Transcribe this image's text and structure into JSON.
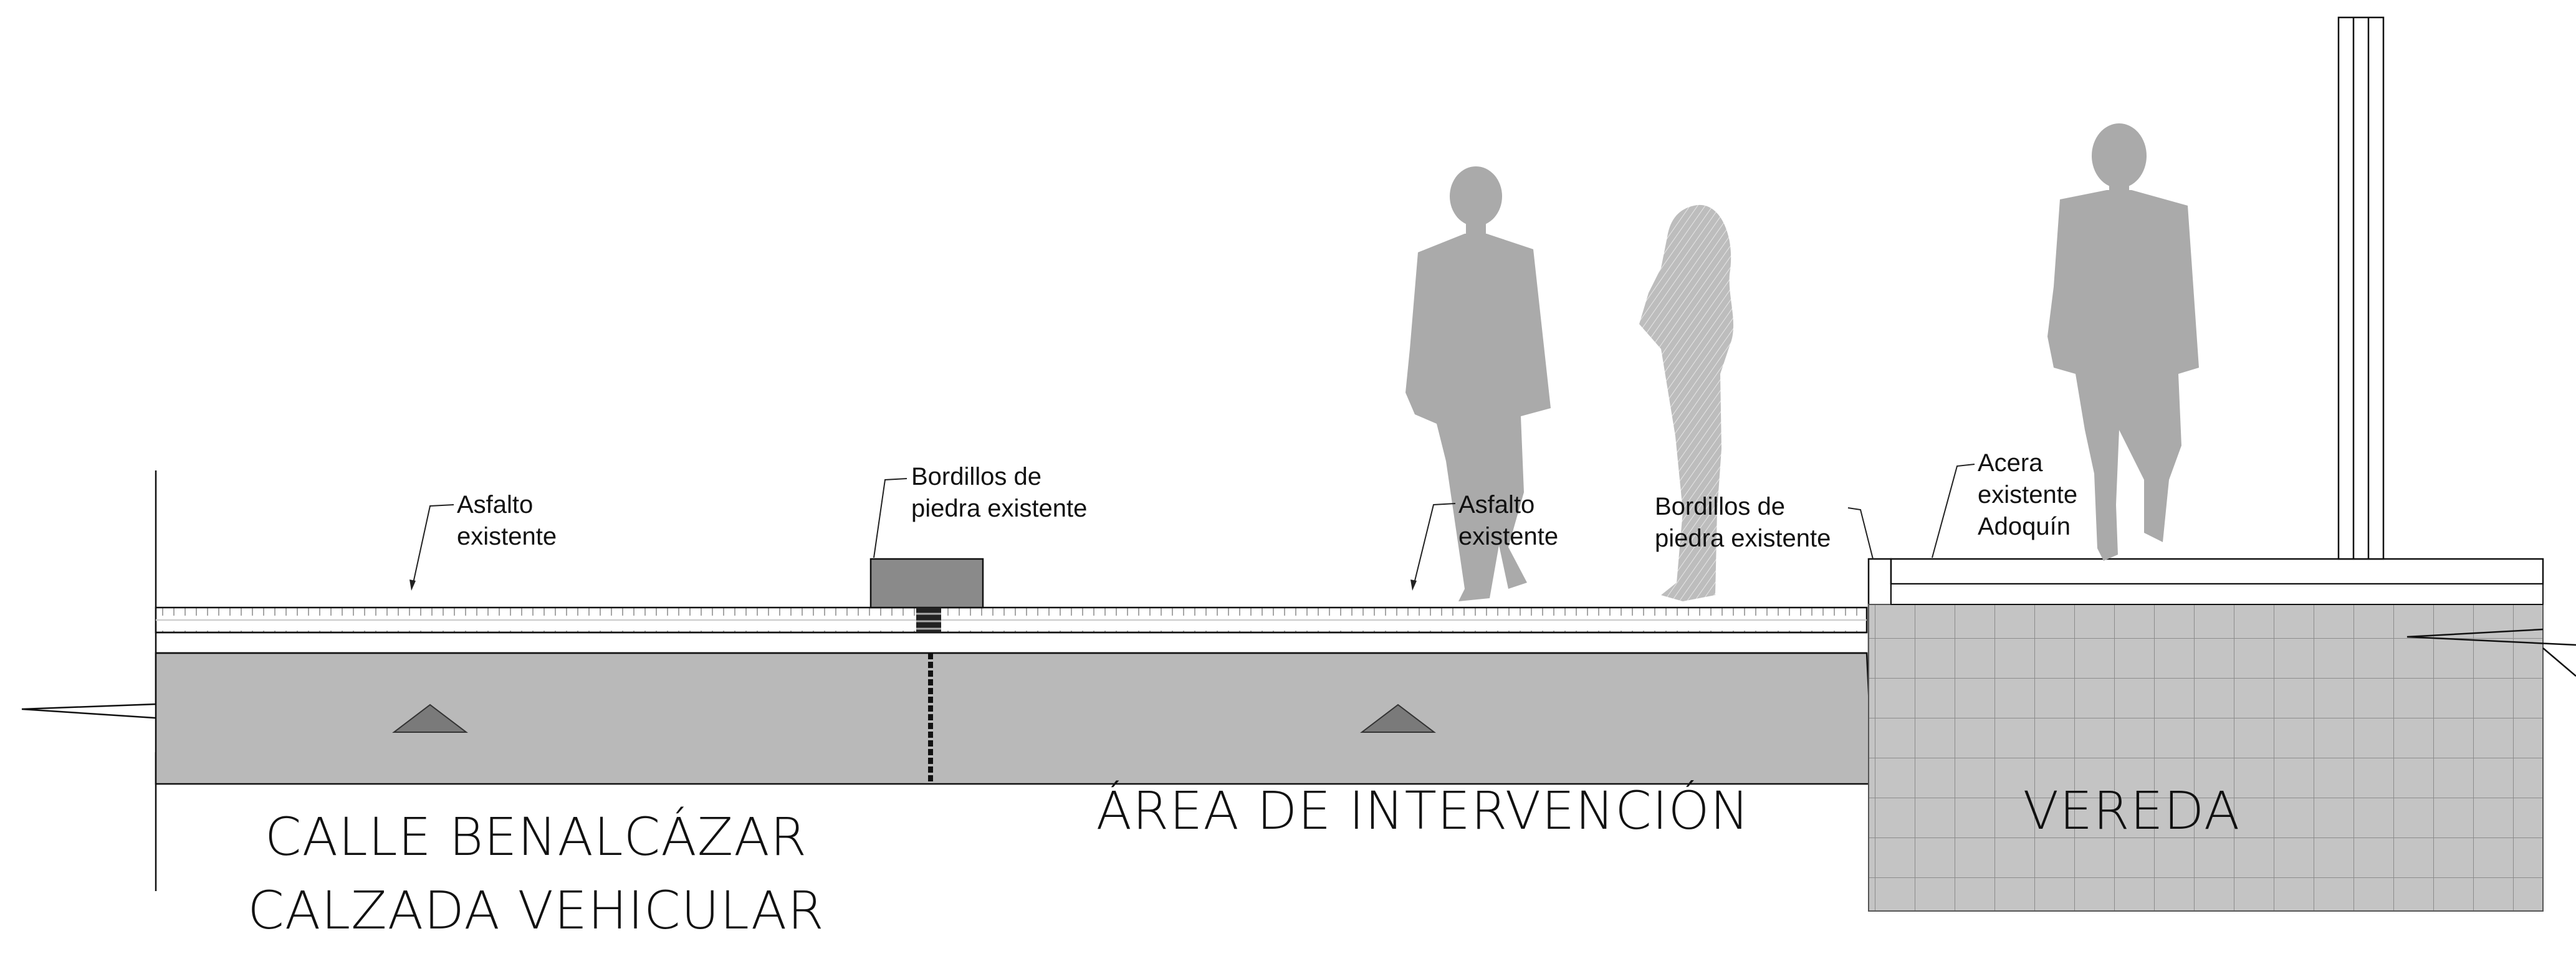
{
  "callouts": {
    "asphalt_left_line1": "Asfalto",
    "asphalt_left_line2": "existente",
    "curb_left_line1": "Bordillos de",
    "curb_left_line2": "piedra existente",
    "asphalt_mid_line1": "Asfalto",
    "asphalt_mid_line2": "existente",
    "curb_right_line1": "Bordillos de",
    "curb_right_line2": "piedra existente",
    "sidewalk_line1": "Acera",
    "sidewalk_line2": "existente",
    "sidewalk_line3": "Adoquín"
  },
  "areas": {
    "street_line1": "CALLE BENALCÁZAR",
    "street_line2": "CALZADA VEHICULAR",
    "intervention": "ÁREA DE INTERVENCIÓN",
    "sidewalk": "VEREDA"
  },
  "colors": {
    "concrete": "#b9b9b9",
    "curb_stone": "#8a8a8a",
    "silhouette": "#aaaaaa",
    "grid_fill": "#c4c4c4"
  }
}
